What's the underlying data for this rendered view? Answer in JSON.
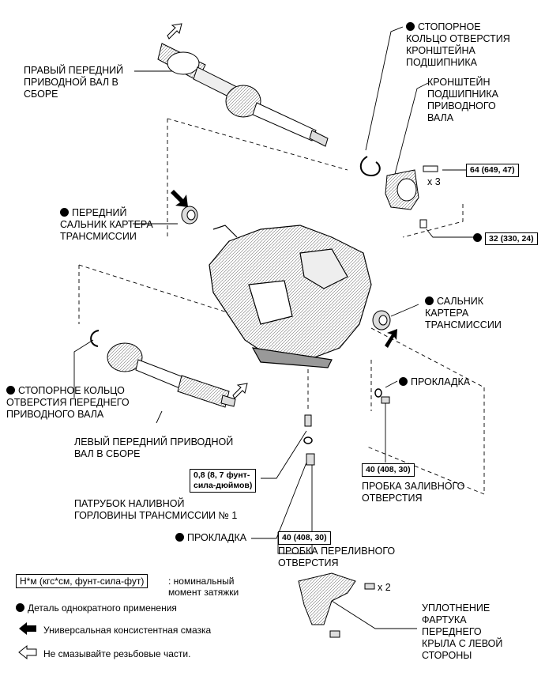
{
  "labels": {
    "right_shaft": "ПРАВЫЙ ПЕРЕДНИЙ\nПРИВОДНОЙ ВАЛ В\nСБОРЕ",
    "snap_ring_bracket": "СТОПОРНОЕ\nКОЛЬЦО ОТВЕРСТИЯ\nКРОНШТЕЙНА\nПОДШИПНИКА",
    "bearing_bracket": "КРОНШТЕЙН\nПОДШИПНИКА\nПРИВОДНОГО\nВАЛА",
    "front_seal": "ПЕРЕДНИЙ\nСАЛЬНИК КАРТЕРА\nТРАНСМИССИИ",
    "case_seal": "САЛЬНИК\nКАРТЕРА\nТРАНСМИССИИ",
    "snap_ring_left": "СТОПОРНОЕ КОЛЬЦО\nОТВЕРСТИЯ ПЕРЕДНЕГО\nПРИВОДНОГО ВАЛА",
    "gasket_right": "ПРОКЛАДКА",
    "left_shaft": "ЛЕВЫЙ ПЕРЕДНИЙ ПРИВОДНОЙ\nВАЛ В СБОРЕ",
    "filler_plug": "ПРОБКА ЗАЛИВНОГО\nОТВЕРСТИЯ",
    "filler_tube": "ПАТРУБОК НАЛИВНОЙ\nГОРЛОВИНЫ ТРАНСМИССИИ № 1",
    "gasket_bottom": "ПРОКЛАДКА",
    "overflow_plug": "ПРОБКА ПЕРЕЛИВНОГО\nОТВЕРСТИЯ",
    "fender_seal": "УПЛОТНЕНИЕ\nФАРТУКА\nПЕРЕДНЕГО\nКРЫЛА С ЛЕВОЙ\nСТОРОНЫ"
  },
  "torques": {
    "bolt_bracket": "64 (649, 47)",
    "bracket_nut": "32 (330, 24)",
    "filler_tube": "0,8 (8, 7 фунт-\nсила-дюймов)",
    "filler_plug": "40 (408, 30)",
    "overflow_plug": "40 (408, 30)"
  },
  "quantities": {
    "bolt_bracket": "x 3",
    "fender_bolts": "x 2"
  },
  "legend": {
    "torque_unit": "Н*м (кгс*см, фунт-сила-фут)",
    "torque_desc": ": номинальный\nмомент затяжки",
    "non_reusable": "Деталь однократного применения",
    "grease": "Универсальная консистентная смазка",
    "no_lube": "Не смазывайте резьбовые части."
  },
  "colors": {
    "ink": "#000000",
    "part_fill": "#ffffff",
    "part_shade": "#d9d9d9"
  }
}
